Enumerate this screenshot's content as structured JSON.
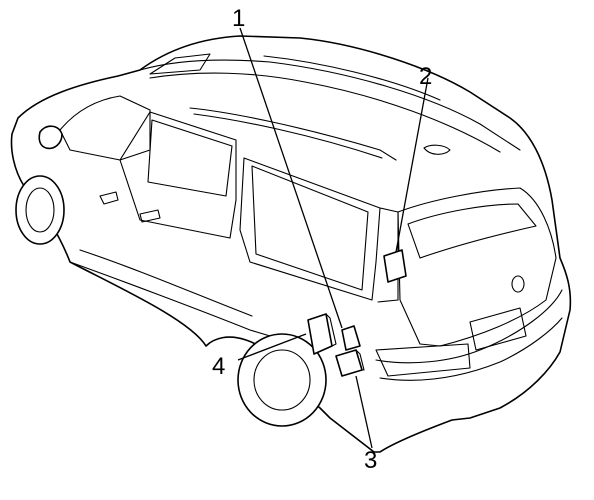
{
  "callouts": [
    {
      "number": "1",
      "target": "fuse-box-rear"
    },
    {
      "number": "2",
      "target": "fuse-box-tailgate-pillar"
    },
    {
      "number": "3",
      "target": "fuse-box-lower-rear"
    },
    {
      "number": "4",
      "target": "fuse-box-quarter-panel"
    }
  ]
}
